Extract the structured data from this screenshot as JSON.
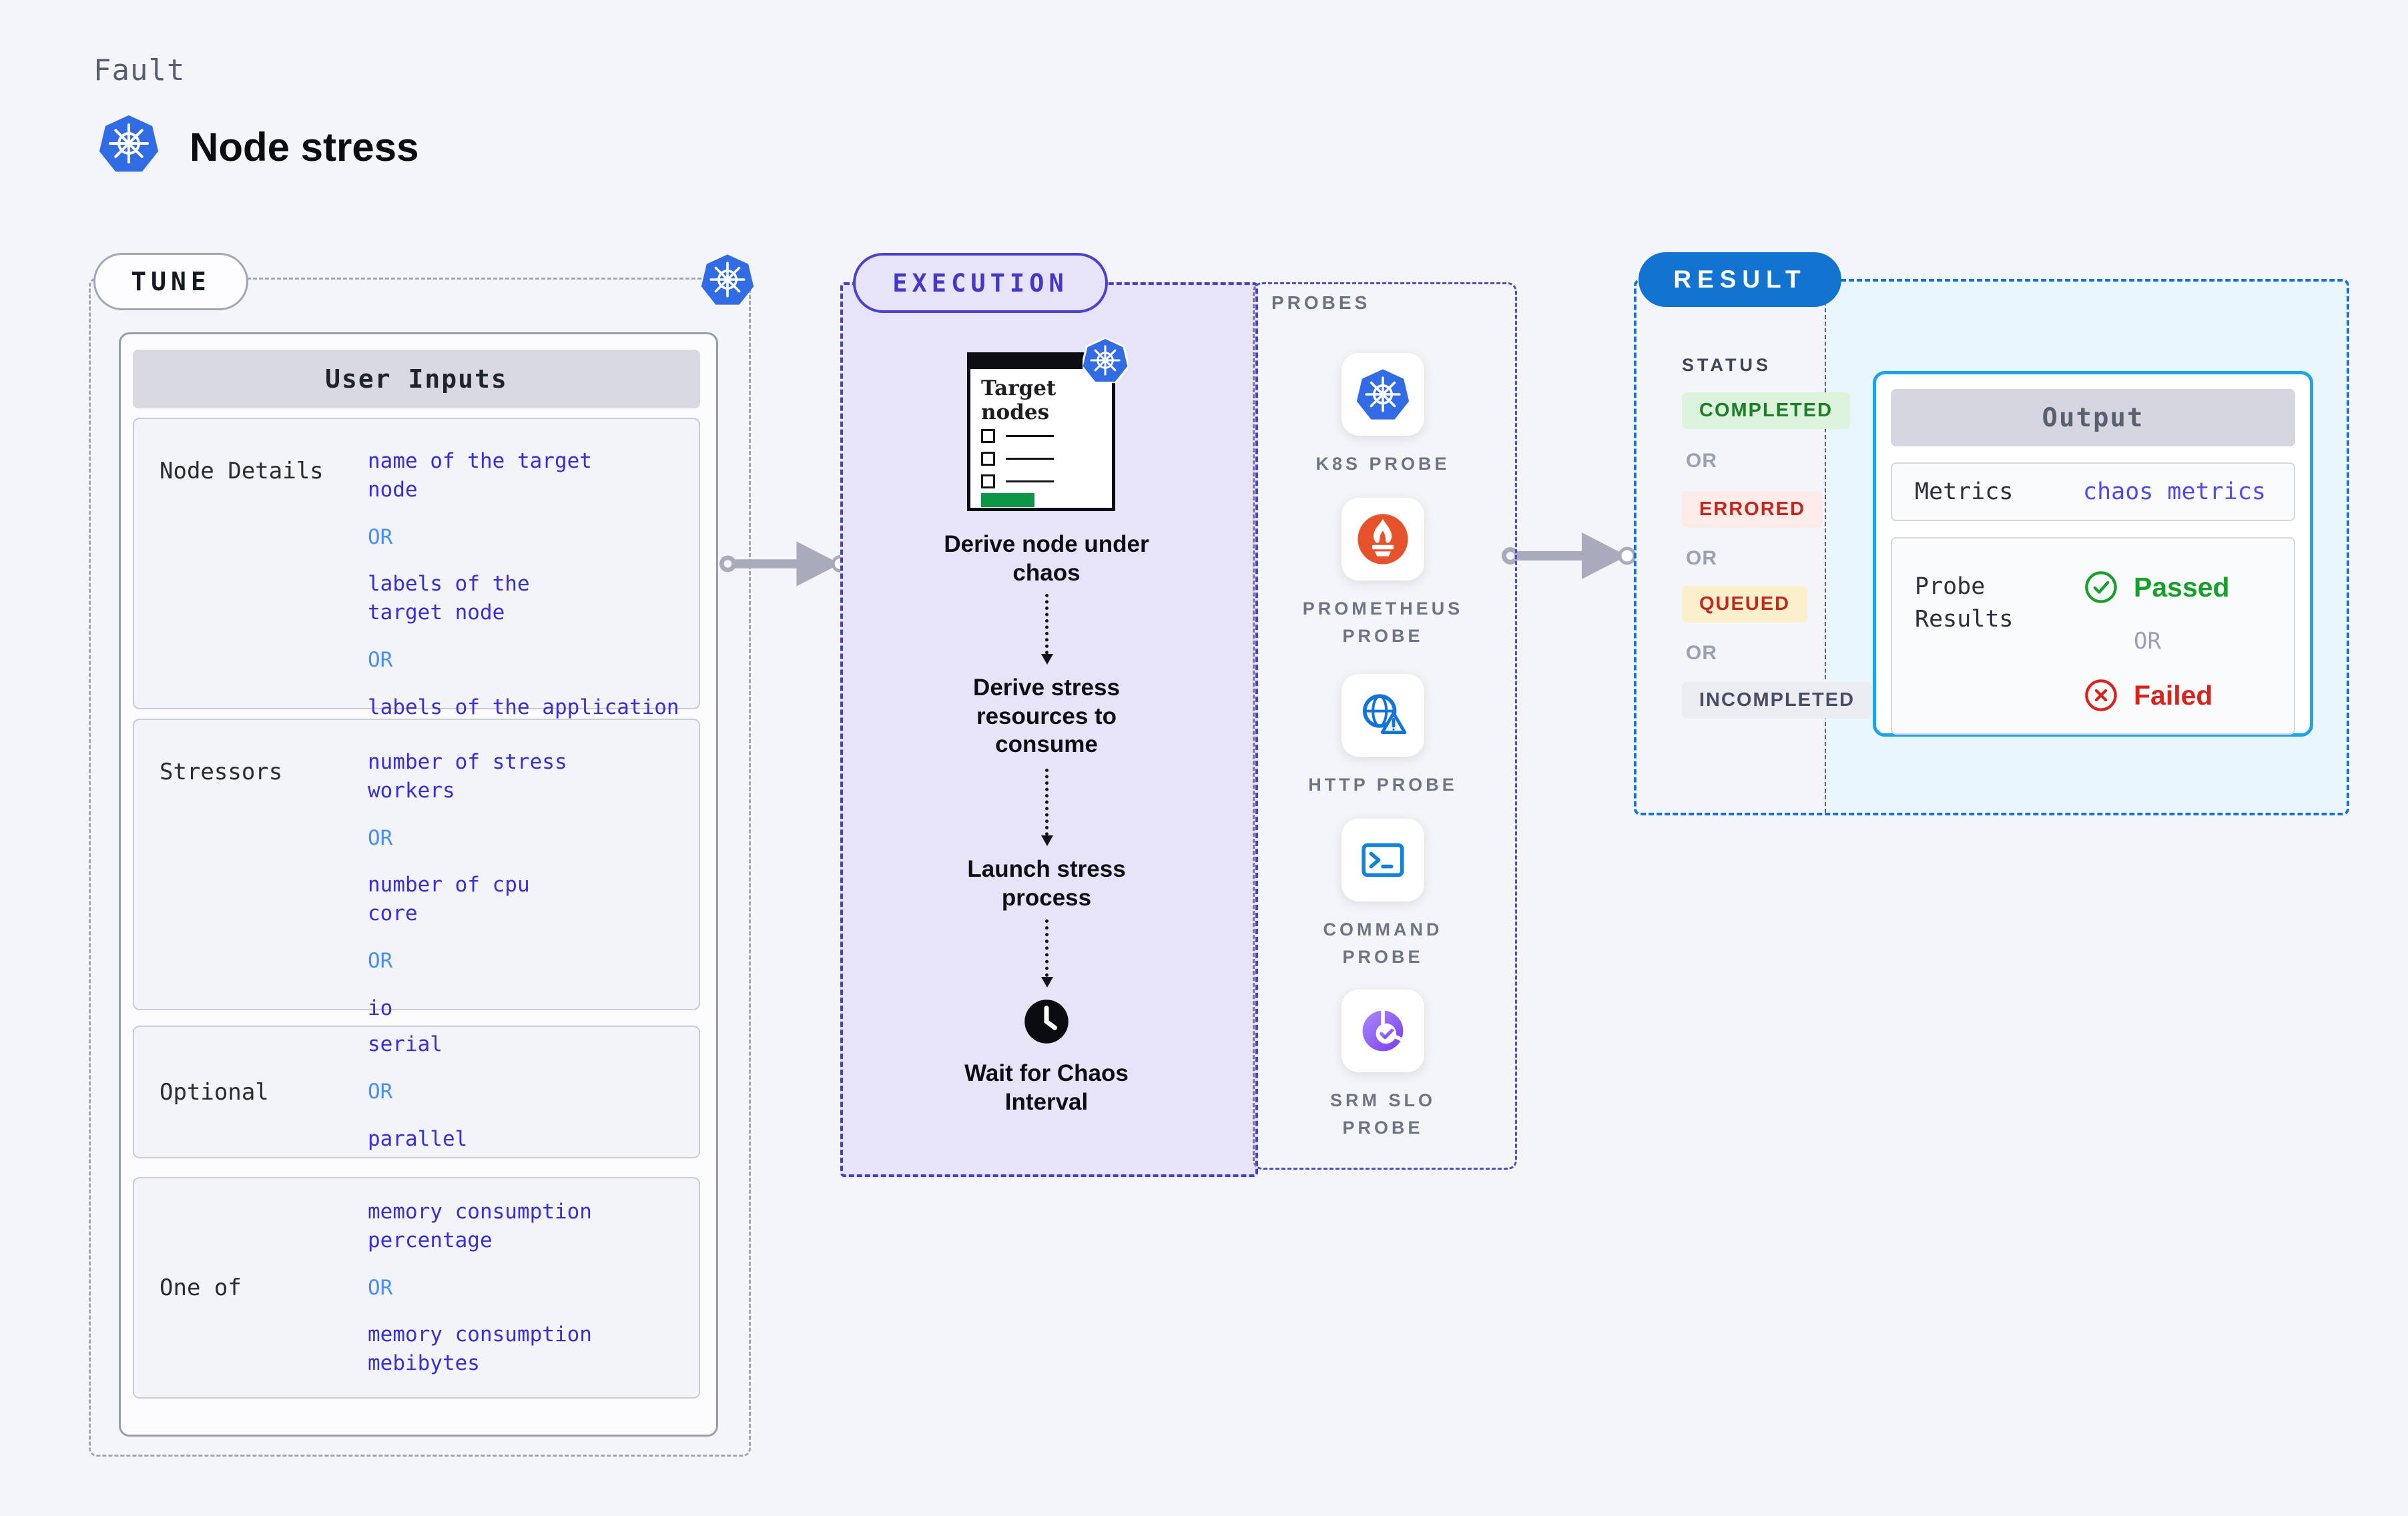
{
  "header": {
    "eyebrow": "Fault",
    "title": "Node stress"
  },
  "tune": {
    "badge": "TUNE",
    "table_title": "User Inputs",
    "rows": [
      {
        "label": "Node Details",
        "values": [
          "name of the target\nnode",
          "OR",
          "labels of the\ntarget node",
          "OR",
          "labels of the application\n scheduled on target node"
        ]
      },
      {
        "label": "Stressors",
        "values": [
          "number of stress\nworkers",
          "OR",
          "number of cpu\ncore",
          "OR",
          "io"
        ]
      },
      {
        "label": "Optional",
        "values": [
          "serial",
          "OR",
          "parallel"
        ]
      },
      {
        "label": "One of",
        "values": [
          "memory consumption\npercentage",
          "OR",
          "memory consumption\nmebibytes"
        ]
      }
    ]
  },
  "execution": {
    "badge": "EXECUTION",
    "target_card": {
      "title": "Target\nnodes"
    },
    "steps": [
      "Derive node under\nchaos",
      "Derive stress\nresources to\nconsume",
      "Launch stress\nprocess",
      "Wait for Chaos\nInterval"
    ]
  },
  "probes": {
    "label": "PROBES",
    "items": [
      {
        "name": "K8S PROBE",
        "icon": "kubernetes"
      },
      {
        "name": "PROMETHEUS\nPROBE",
        "icon": "prometheus"
      },
      {
        "name": "HTTP PROBE",
        "icon": "http"
      },
      {
        "name": "COMMAND\nPROBE",
        "icon": "command"
      },
      {
        "name": "SRM SLO\nPROBE",
        "icon": "srm"
      }
    ]
  },
  "result": {
    "badge": "RESULT",
    "status_label": "STATUS",
    "or": "OR",
    "statuses": [
      {
        "label": "COMPLETED",
        "bg": "#dcf3dc",
        "color": "#1d7e28"
      },
      {
        "label": "ERRORED",
        "bg": "#fcebe9",
        "color": "#c3281f"
      },
      {
        "label": "QUEUED",
        "bg": "#fbf0cb",
        "color": "#c3281f"
      },
      {
        "label": "INCOMPLETED",
        "bg": "#ececf3",
        "color": "#474d63"
      }
    ],
    "output": {
      "title": "Output",
      "metrics_label": "Metrics",
      "metrics_value": "chaos metrics",
      "probe_results_label": "Probe Results",
      "passed": "Passed",
      "failed": "Failed"
    }
  },
  "palette": {
    "page_bg": "#f4f5f8",
    "accent_indigo": "#4a3dcb",
    "accent_blue": "#1273d0",
    "accent_cyan": "#1ba4e8",
    "value_blue": "#392ed3",
    "or_blue": "#4b8ff2",
    "lavender_bg": "#e7e4fa",
    "result_bg": "#e9f6fd",
    "passed_green": "#17a02a",
    "failed_red": "#d8241c",
    "k8s_blue": "#326ce5",
    "prometheus_orange": "#e6522c",
    "target_button_green": "#0e9648",
    "arrow_gray": "#a9abbd"
  }
}
